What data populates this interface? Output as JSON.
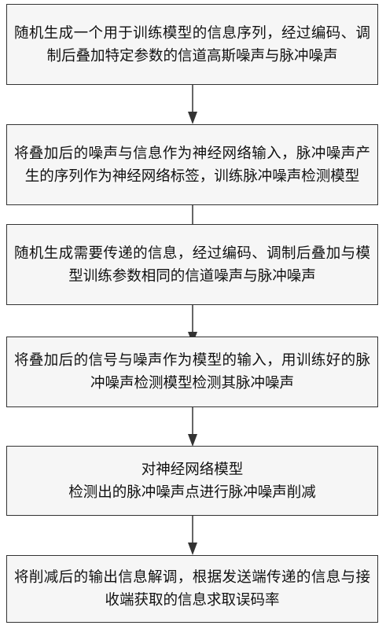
{
  "steps": [
    {
      "text": "随机生成一个用于训练模型的信息序列，经过编码、调制后叠加特定参数的信道高斯噪声与脉冲噪声"
    },
    {
      "text": "将叠加后的噪声与信息作为神经网络输入，脉冲噪声产生的序列作为神经网络标签，训练脉冲噪声检测模型"
    },
    {
      "text": "随机生成需要传递的信息，经过编码、调制后叠加与模型训练参数相同的信道噪声与脉冲噪声"
    },
    {
      "text": "将叠加后的信号与噪声作为模型的输入，用训练好的脉冲噪声检测模型检测其脉冲噪声"
    },
    {
      "text": "对神经网络模型\n检测出的脉冲噪声点进行脉冲噪声削减"
    },
    {
      "text": "将削减后的输出信息解调，根据发送端传递的信息与接收端获取的信息求取误码率"
    }
  ],
  "colors": {
    "box_border": "#333333",
    "box_fill": "#f6f6f6",
    "arrow": "#333333"
  }
}
